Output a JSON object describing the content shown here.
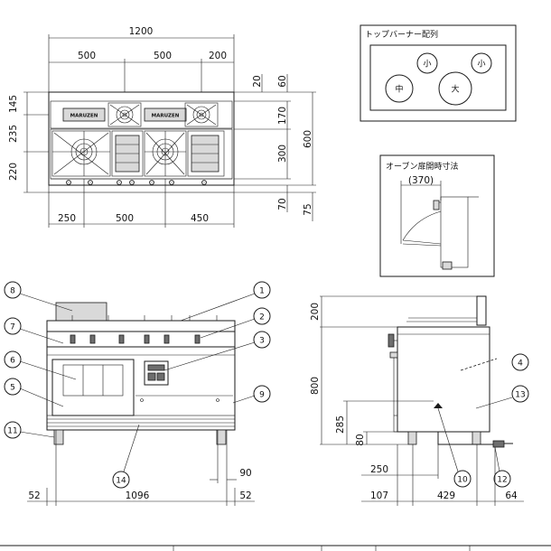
{
  "top_view": {
    "dims": {
      "overall_width": "1200",
      "w500a": "500",
      "w500b": "500",
      "w200": "200",
      "d20": "20",
      "d60": "60",
      "h145": "145",
      "h235": "235",
      "h220": "220",
      "h170": "170",
      "h300": "300",
      "h600": "600",
      "h70": "70",
      "h75": "75",
      "b250": "250",
      "b500": "500",
      "b450": "450"
    },
    "brand_left": "MARUZEN",
    "brand_right": "MARUZEN"
  },
  "burner_layout": {
    "title": "トップバーナー配列",
    "burners": [
      "小",
      "小",
      "中",
      "大"
    ]
  },
  "oven_door": {
    "title": "オーブン扉開時寸法",
    "dim": "(370)"
  },
  "front_view": {
    "callouts": [
      "1",
      "2",
      "3",
      "5",
      "6",
      "7",
      "8",
      "9",
      "11",
      "14"
    ],
    "dims": {
      "d52l": "52",
      "d1096": "1096",
      "d52r": "52",
      "d90": "90"
    }
  },
  "side_view": {
    "callouts": [
      "4",
      "10",
      "12",
      "13"
    ],
    "dims": {
      "d200": "200",
      "d800": "800",
      "d285": "285",
      "d80": "80",
      "d250": "250",
      "d107": "107",
      "d429": "429",
      "d64": "64"
    }
  }
}
